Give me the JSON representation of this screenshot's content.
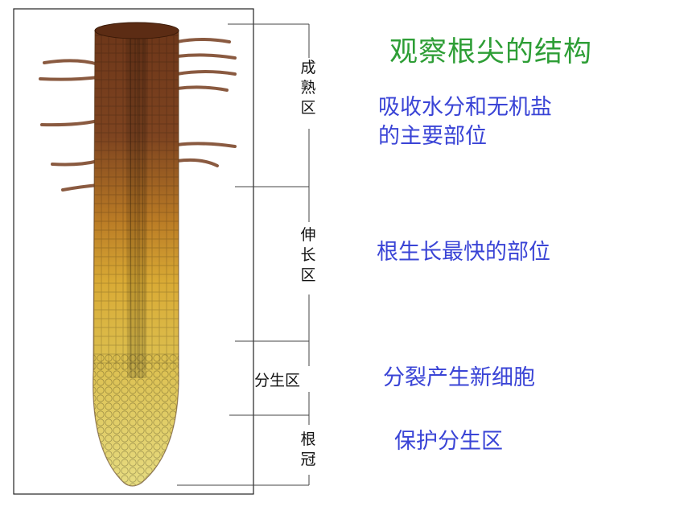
{
  "title": "观察根尖的结构",
  "zones": [
    {
      "label": "成熟区",
      "description": [
        "吸收水分和无机盐",
        "的主要部位"
      ]
    },
    {
      "label": "伸长区",
      "description": [
        "根生长最快的部位"
      ]
    },
    {
      "label": "分生区",
      "description": [
        "分裂产生新细胞"
      ]
    },
    {
      "label": "根冠",
      "description": [
        "保护分生区"
      ]
    }
  ],
  "colors": {
    "title": "#2e9e36",
    "description": "#3a44d6",
    "root_top": "#6b3519",
    "root_middle": "#d7a32c",
    "root_tip": "#e5dc7a"
  }
}
